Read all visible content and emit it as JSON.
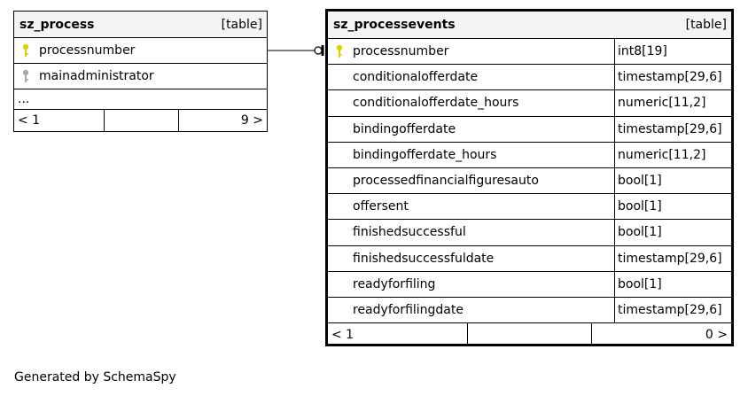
{
  "tables": {
    "process": {
      "name": "sz_process",
      "kind": "[table]",
      "columns": [
        {
          "name": "processnumber",
          "key": "primary"
        },
        {
          "name": "mainadministrator",
          "key": "foreign"
        }
      ],
      "ellipsis": "...",
      "footer": {
        "left": "< 1",
        "right": "9 >"
      }
    },
    "processevents": {
      "name": "sz_processevents",
      "kind": "[table]",
      "columns": [
        {
          "name": "processnumber",
          "type": "int8[19]",
          "key": "primary"
        },
        {
          "name": "conditionalofferdate",
          "type": "timestamp[29,6]"
        },
        {
          "name": "conditionalofferdate_hours",
          "type": "numeric[11,2]"
        },
        {
          "name": "bindingofferdate",
          "type": "timestamp[29,6]"
        },
        {
          "name": "bindingofferdate_hours",
          "type": "numeric[11,2]"
        },
        {
          "name": "processedfinancialfiguresauto",
          "type": "bool[1]"
        },
        {
          "name": "offersent",
          "type": "bool[1]"
        },
        {
          "name": "finishedsuccessful",
          "type": "bool[1]"
        },
        {
          "name": "finishedsuccessfuldate",
          "type": "timestamp[29,6]"
        },
        {
          "name": "readyforfiling",
          "type": "bool[1]"
        },
        {
          "name": "readyforfilingdate",
          "type": "timestamp[29,6]"
        }
      ],
      "footer": {
        "left": "< 1",
        "right": "0 >"
      }
    }
  },
  "caption": "Generated by SchemaSpy",
  "colors": {
    "primary_key": "#e0d000",
    "foreign_key": "#a8a8a8",
    "header_bg": "#f4f4f4"
  }
}
